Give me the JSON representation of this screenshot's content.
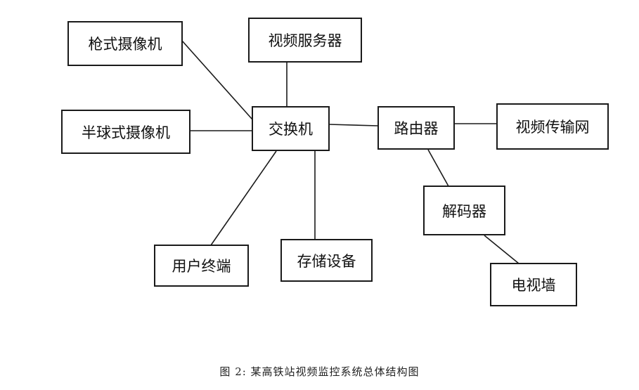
{
  "nodes": {
    "gun_camera": "枪式摄像机",
    "video_server": "视频服务器",
    "dome_camera": "半球式摄像机",
    "switch": "交换机",
    "router": "路由器",
    "video_network": "视频传输网",
    "decoder": "解码器",
    "user_terminal": "用户终端",
    "storage": "存储设备",
    "tv_wall": "电视墙"
  },
  "edges": [
    [
      "gun_camera",
      "switch"
    ],
    [
      "video_server",
      "switch"
    ],
    [
      "dome_camera",
      "switch"
    ],
    [
      "switch",
      "user_terminal"
    ],
    [
      "switch",
      "storage"
    ],
    [
      "switch",
      "router"
    ],
    [
      "router",
      "video_network"
    ],
    [
      "router",
      "decoder"
    ],
    [
      "decoder",
      "tv_wall"
    ]
  ],
  "caption": "图 2: 某高铁站视频监控系统总体结构图"
}
